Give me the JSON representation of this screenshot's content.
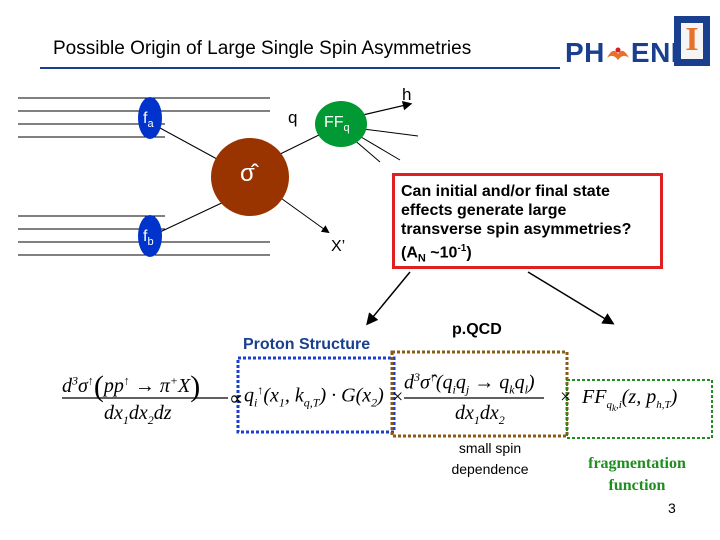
{
  "slide": {
    "title": "Possible Origin of Large Single Spin Asymmetries",
    "logo_text_left": "PH",
    "logo_text_right": "ENIX",
    "uiuc_letter": "I",
    "page_number": "3"
  },
  "diagram": {
    "parton_a": "f",
    "parton_a_sub": "a",
    "parton_b": "f",
    "parton_b_sub": "b",
    "quark_label": "q",
    "hadron_label": "h",
    "ff_label": "FF",
    "ff_sub": "q",
    "sigma_label": "σ̂",
    "x_prime_label": "X’"
  },
  "question_box": {
    "line1": "Can initial and/or final state",
    "line2": "effects generate large",
    "line3": "transverse spin asymmetries?",
    "an_prefix": "(A",
    "an_sub": "N",
    "an_mid": " ~10",
    "an_sup": "-1",
    "an_suffix": ")"
  },
  "labels": {
    "proton_structure": "Proton Structure",
    "pqcd": "p.QCD",
    "small_spin_line1": "small spin",
    "small_spin_line2": "dependence",
    "fragmentation_line1": "fragmentation",
    "fragmentation_line2": "function"
  },
  "colors": {
    "blob": "#993300",
    "ff_blob": "#009933",
    "parton_blob": "#0033cc",
    "question_border": "#e02020",
    "proton_box": "#1a3fd0",
    "pqcd_box": "#8b5a14",
    "frag_box": "#1e8e1e",
    "title_rule": "#1a3f8f"
  }
}
